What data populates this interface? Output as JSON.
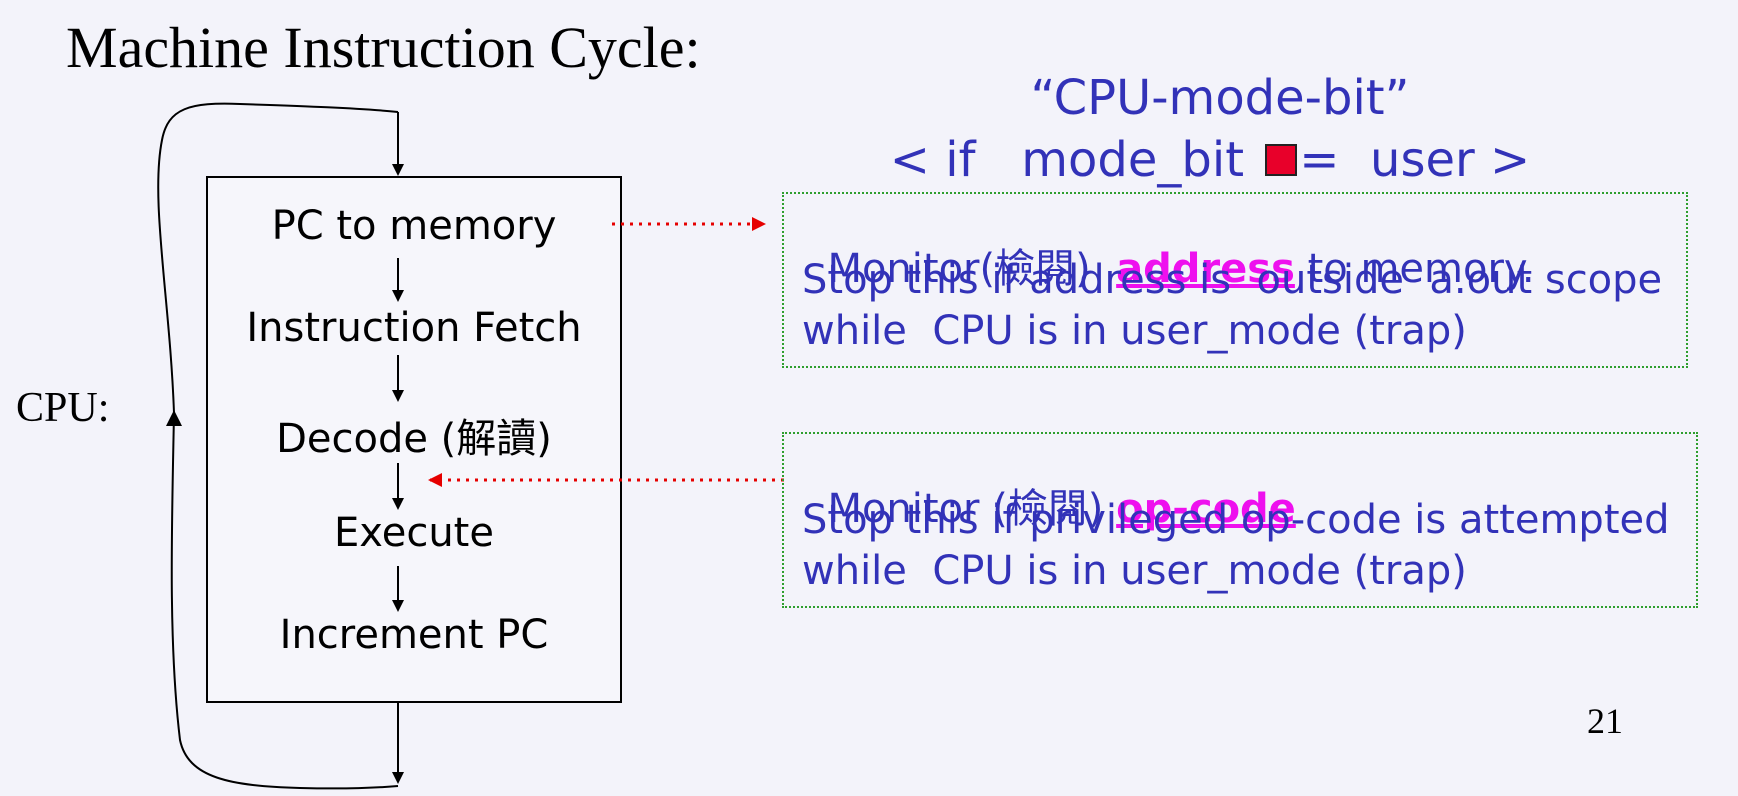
{
  "slide_title": "Machine Instruction Cycle:",
  "cpu_label": "CPU:",
  "page_number": "21",
  "mode_bit": {
    "title": "“CPU-mode-bit”",
    "condition_left": "< if   mode_bit ",
    "condition_right": "=  user >",
    "square_color": "#e8002a"
  },
  "cycle_steps": [
    "PC to memory",
    "Instruction Fetch",
    "Decode (解讀)",
    "Execute",
    "Increment PC"
  ],
  "monitor_address": {
    "prefix": "Monitor(檢閱)  ",
    "highlight": "address",
    "suffix": " to memory.",
    "line2": "Stop this if address is  outside  a.out scope",
    "line3": "while  CPU is in user_mode (trap)"
  },
  "monitor_opcode": {
    "prefix": "Monitor (檢閱) ",
    "highlight": "op-code",
    "line2": "Stop this if privileged op-code is attempted",
    "line3": "while  CPU is in user_mode (trap)"
  },
  "colors": {
    "text_blue": "#3232b8",
    "highlight_magenta": "#ee10ee",
    "arrow_red": "#e60000",
    "box_border_green": "#2e9e2e"
  }
}
